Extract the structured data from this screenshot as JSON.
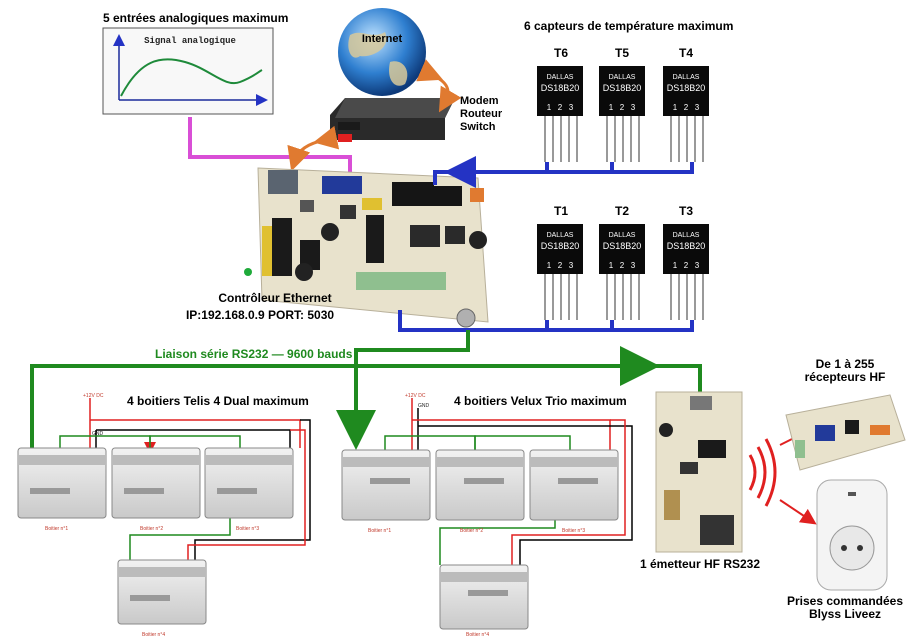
{
  "analog": {
    "header": "5 entrées analogiques maximum",
    "signal_label": "Signal analogique"
  },
  "internet": {
    "label": "Internet"
  },
  "modem": {
    "line1": "Modem",
    "line2": "Routeur",
    "line3": "Switch"
  },
  "sensors": {
    "header": "6 capteurs de température maximum",
    "chip_brand": "DALLAS",
    "chip_model": "DS18B20",
    "pins": [
      "1",
      "2",
      "3"
    ],
    "top": [
      "T6",
      "T5",
      "T4"
    ],
    "bottom": [
      "T1",
      "T2",
      "T3"
    ]
  },
  "controller": {
    "line1": "Contrôleur Ethernet",
    "line2": "IP:192.168.0.9   PORT: 5030"
  },
  "link": {
    "label": "Liaison série RS232 — 9600 bauds"
  },
  "telis": {
    "header": "4 boitiers Telis 4 Dual maximum",
    "supply": "+12V DC",
    "gnd": "GND",
    "boxes": [
      "Boitier n°1",
      "Boitier n°2",
      "Boitier n°3",
      "Boitier n°4"
    ]
  },
  "velux": {
    "header": "4 boitiers Velux Trio maximum",
    "supply": "+12V DC",
    "gnd": "GND",
    "boxes": [
      "Boitier n°1",
      "Boitier n°2",
      "Boitier n°3",
      "Boitier n°4"
    ]
  },
  "receivers": {
    "line1": "De 1 à 255",
    "line2": "récepteurs HF"
  },
  "emitter": {
    "label": "1 émetteur HF RS232"
  },
  "plugs": {
    "line1": "Prises commandées",
    "line2": "Blyss Liveez"
  },
  "colors": {
    "green": "#1f8a1f",
    "blue": "#2433c4",
    "magenta": "#d94fd6",
    "red": "#e02020",
    "orange": "#e07a30"
  }
}
